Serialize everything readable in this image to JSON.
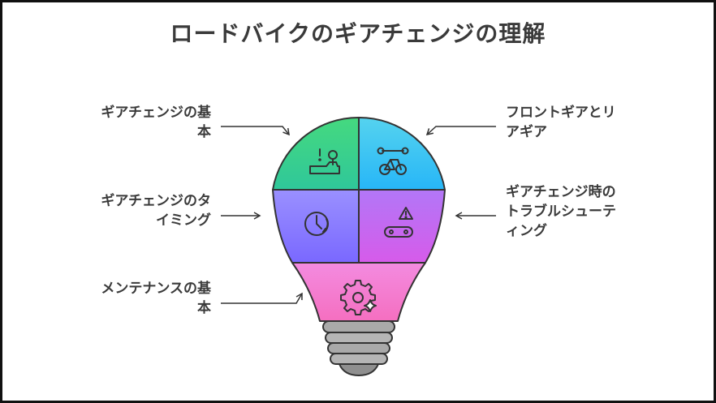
{
  "title": "ロードバイクのギアチェンジの理解",
  "labels": {
    "gear_basics": {
      "line1": "ギアチェンジの基",
      "line2": "本"
    },
    "front_rear": {
      "line1": "フロントギアとリ",
      "line2": "アギア"
    },
    "timing": {
      "line1": "ギアチェンジのタ",
      "line2": "イミング"
    },
    "troubleshooting": {
      "line1": "ギアチェンジ時の",
      "line2": "トラブルシューテ",
      "line3": "ィング"
    },
    "maintenance": {
      "line1": "メンテナンスの基",
      "line2": "本"
    }
  },
  "colors": {
    "green": "#3ccf8c",
    "blue": "#35c4f3",
    "purple": "#8a7cff",
    "violet": "#c868f2",
    "pink": "#f37bd0",
    "base": "#a9a9a9",
    "text": "#3a3a3a"
  },
  "icons": [
    "person-button-icon",
    "bicycle-tools-icon",
    "rotation-clock-icon",
    "chain-warning-icon",
    "gear-sparkle-icon"
  ]
}
